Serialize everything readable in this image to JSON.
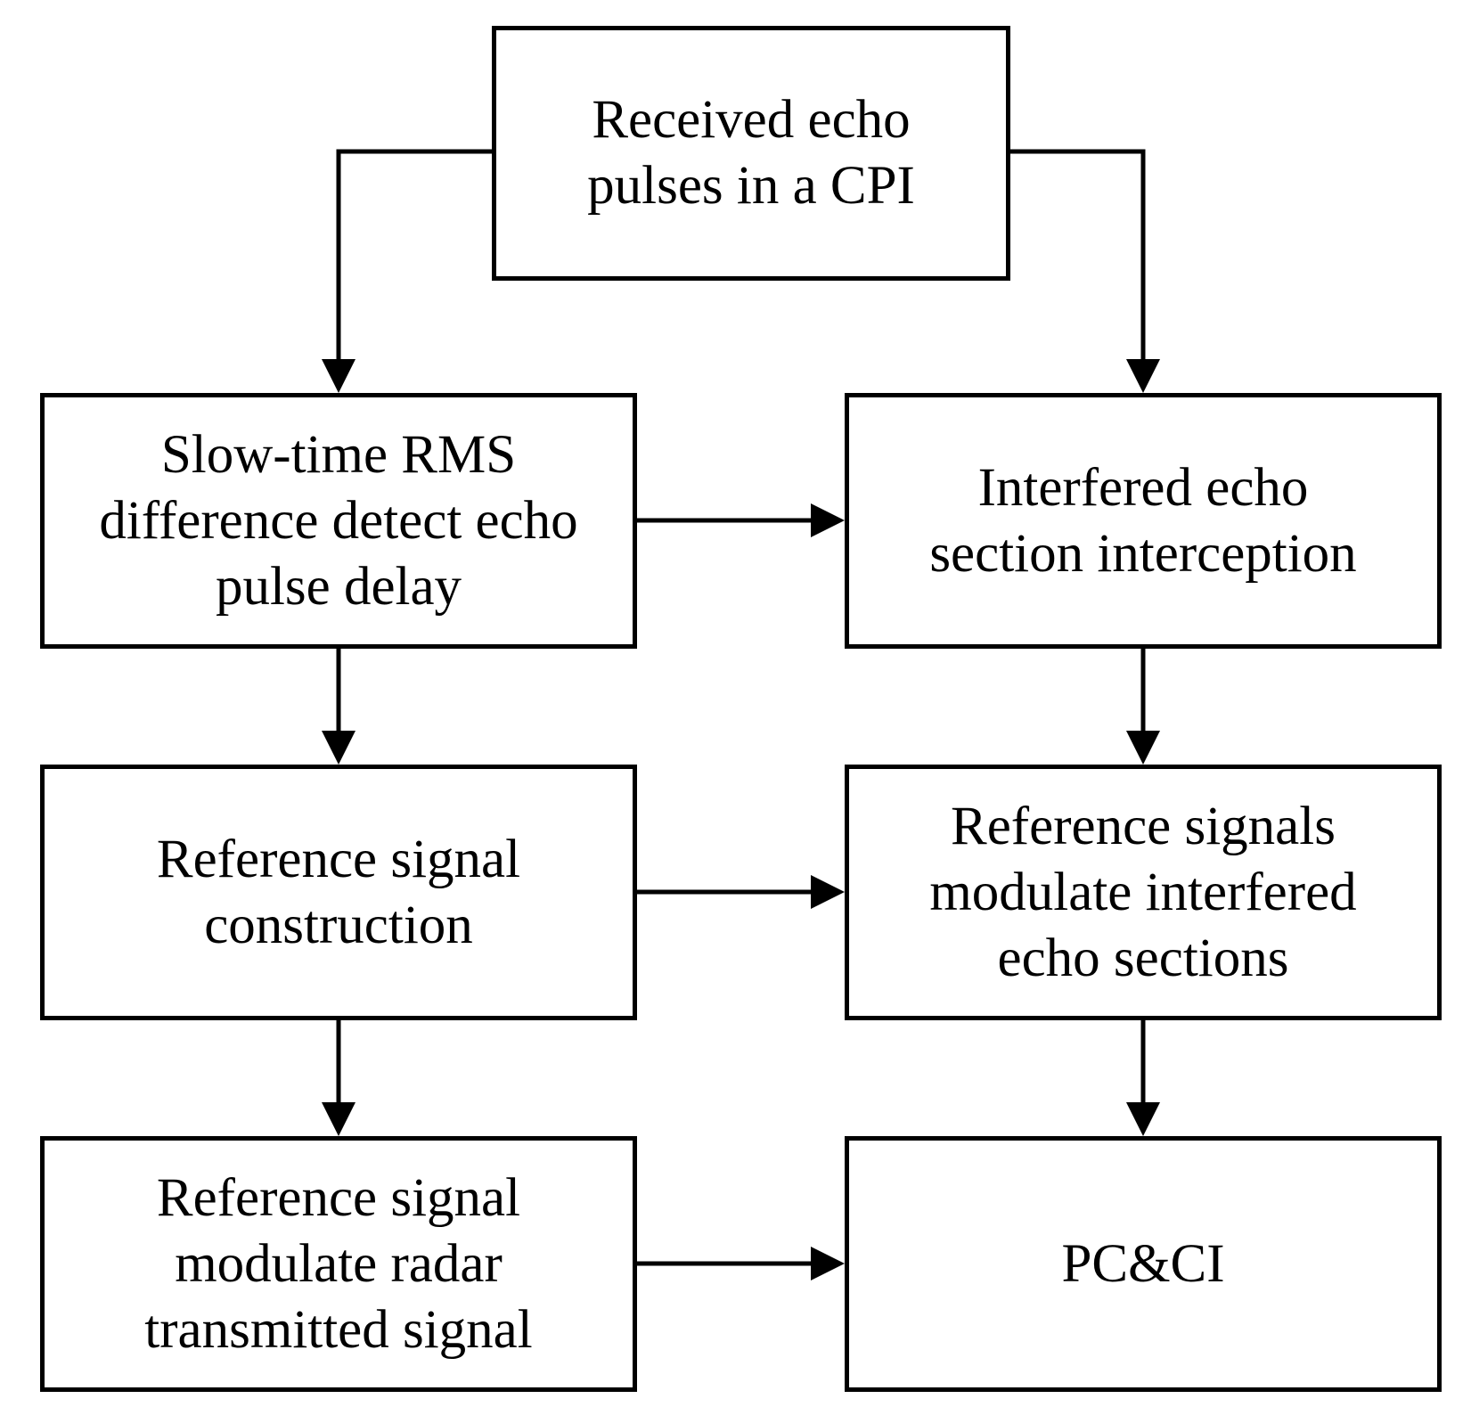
{
  "diagram": {
    "nodes": {
      "received_echo": {
        "lines": [
          "Received echo",
          "pulses in a CPI"
        ]
      },
      "slow_time_rms": {
        "lines": [
          "Slow-time RMS",
          "difference detect echo",
          "pulse delay"
        ]
      },
      "interfered_echo": {
        "lines": [
          "Interfered echo",
          "section interception"
        ]
      },
      "reference_construction": {
        "lines": [
          "Reference signal",
          "construction"
        ]
      },
      "reference_modulate_sections": {
        "lines": [
          "Reference signals",
          "modulate interfered",
          "echo sections"
        ]
      },
      "reference_modulate_radar": {
        "lines": [
          "Reference signal",
          "modulate radar",
          "transmitted signal"
        ]
      },
      "pc_ci": {
        "lines": [
          "PC&CI"
        ]
      }
    },
    "edges": [
      {
        "from": "received_echo",
        "to": "slow_time_rms"
      },
      {
        "from": "received_echo",
        "to": "interfered_echo"
      },
      {
        "from": "slow_time_rms",
        "to": "interfered_echo"
      },
      {
        "from": "slow_time_rms",
        "to": "reference_construction"
      },
      {
        "from": "interfered_echo",
        "to": "reference_modulate_sections"
      },
      {
        "from": "reference_construction",
        "to": "reference_modulate_sections"
      },
      {
        "from": "reference_construction",
        "to": "reference_modulate_radar"
      },
      {
        "from": "reference_modulate_sections",
        "to": "pc_ci"
      },
      {
        "from": "reference_modulate_radar",
        "to": "pc_ci"
      }
    ]
  }
}
